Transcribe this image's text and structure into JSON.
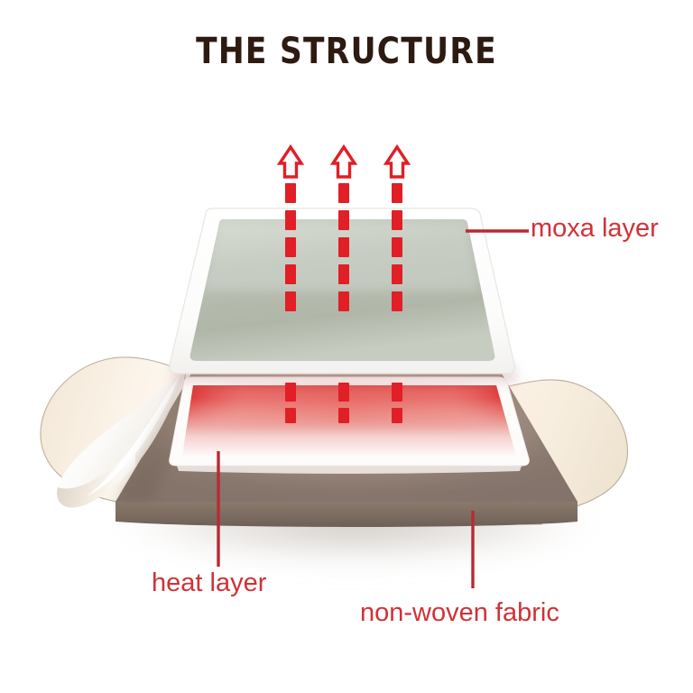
{
  "page": {
    "title": "THE STRUCTURE",
    "background_color": "#ffffff",
    "title_color": "#2d1a11",
    "label_color": "#cf3237",
    "leader_color": "#b92a33"
  },
  "diagram": {
    "type": "exploded-layer-diagram",
    "subject": "moxibustion heat patch",
    "layer_count": 3,
    "layers": [
      {
        "id": "moxa-layer",
        "label": "moxa layer",
        "order": 1,
        "position": "top",
        "plate_color": "#ffffff",
        "panel_color": "#b6bcb0",
        "shape": "rounded trapezoid plate in perspective"
      },
      {
        "id": "heat-layer",
        "label": "heat layer",
        "order": 2,
        "position": "middle",
        "plate_color": "#fdfdfd",
        "glow_color": "#e03a38",
        "shape": "rounded trapezoid plate with red heat gradient"
      },
      {
        "id": "non-woven-fabric",
        "label": "non-woven fabric",
        "order": 3,
        "position": "bottom",
        "slab_color": "#8d7b6d",
        "wing_color": "#f7eee1",
        "peel_color": "#ffffff",
        "shape": "taupe backing slab with cream side wings and peeled corner"
      }
    ],
    "heat_arrows": {
      "icon": "dashed-up-arrow",
      "count": 3,
      "color": "#e01f26",
      "head_style": "outlined-block-arrow",
      "direction": "up",
      "meaning": "heat rising through the layers",
      "x_positions": [
        322,
        381,
        440
      ]
    },
    "callouts": [
      {
        "id": "callout-moxa",
        "label": "moxa layer",
        "leader": "horizontal",
        "target": "moxa-layer"
      },
      {
        "id": "callout-heat",
        "label": "heat layer",
        "leader": "vertical",
        "target": "heat-layer"
      },
      {
        "id": "callout-fabric",
        "label": "non-woven fabric",
        "leader": "vertical",
        "target": "non-woven-fabric"
      }
    ]
  }
}
